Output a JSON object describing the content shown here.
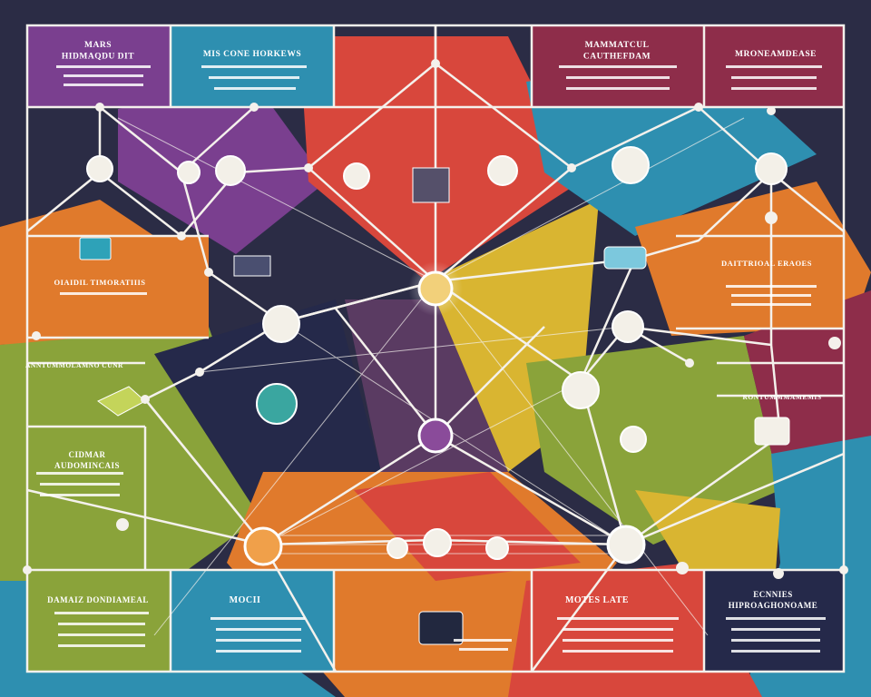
{
  "colors": {
    "background": "#2b2c45",
    "purple": "#7a3f8f",
    "teal": "#2e8fb0",
    "red": "#d8473c",
    "maroon": "#8e2d4a",
    "orange": "#e07a2c",
    "olive": "#8aa33a",
    "yellow": "#d9b531",
    "navy": "#25294a",
    "line": "#f4f1ec"
  },
  "panels": [
    {
      "id": "top-left",
      "title_lines": [
        "MARS",
        "HIDMAQDU DIT"
      ]
    },
    {
      "id": "top-center",
      "title_lines": [
        "MIS CONE HORKEWS"
      ]
    },
    {
      "id": "top-right-1",
      "title_lines": [
        "MAMMATCUL",
        "CAUTHEFDAM"
      ]
    },
    {
      "id": "top-right-2",
      "title_lines": [
        "MRONEAMDEASE"
      ]
    },
    {
      "id": "mid-left",
      "title_lines": [
        "OIAIDIL TIMORATIIIS"
      ]
    },
    {
      "id": "mid-right",
      "title_lines": [
        "DAITTRIOAL ERAOES"
      ]
    },
    {
      "id": "left-band",
      "title_lines": [
        "ANNTUMMOLAMNO CUNR"
      ]
    },
    {
      "id": "right-band",
      "title_lines": [
        "RONTUMMMAMEMIS"
      ]
    },
    {
      "id": "left-lower",
      "title_lines": [
        "CIDMAR",
        "AUDOMINCAIS"
      ]
    },
    {
      "id": "bottom-left",
      "title_lines": [
        "DAMAIZ DONDIAMEAL"
      ]
    },
    {
      "id": "bottom-center-left",
      "title_lines": [
        "MOCII"
      ]
    },
    {
      "id": "bottom-center",
      "title_lines": [
        "MOTES LATE"
      ]
    },
    {
      "id": "bottom-right",
      "title_lines": [
        "ECNNIES",
        "HIPROAGHONOAME"
      ]
    }
  ]
}
